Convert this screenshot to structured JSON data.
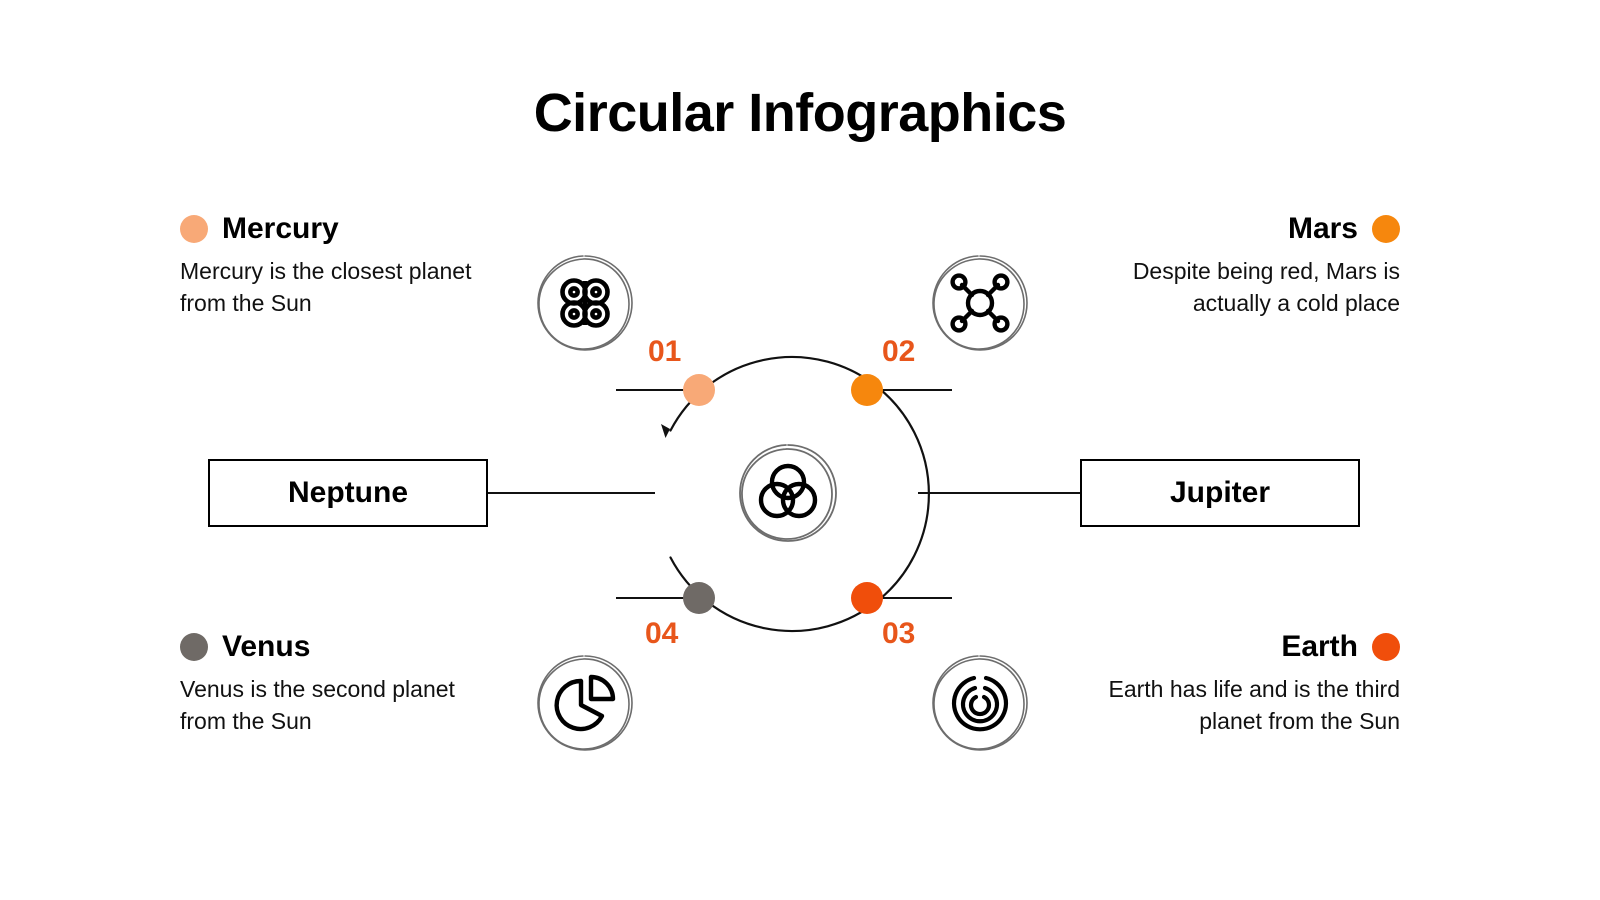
{
  "title": "Circular Infographics",
  "colors": {
    "mercury": "#F8A977",
    "mars": "#F6870D",
    "earth": "#F04E0B",
    "venus": "#6F6A66",
    "number": "#E8561B",
    "line": "#111111",
    "sketch": "#6d6d6d"
  },
  "blocks": {
    "mercury": {
      "label": "Mercury",
      "description": "Mercury is the closest planet from the Sun",
      "dot_color": "#F8A977"
    },
    "mars": {
      "label": "Mars",
      "description": "Despite being red, Mars is actually a cold place",
      "dot_color": "#F6870D"
    },
    "venus": {
      "label": "Venus",
      "description": "Venus is the second planet from the Sun",
      "dot_color": "#6F6A66"
    },
    "earth": {
      "label": "Earth",
      "description": "Earth has life and is the third planet from the Sun",
      "dot_color": "#F04E0B"
    }
  },
  "boxes": {
    "neptune": "Neptune",
    "jupiter": "Jupiter"
  },
  "numbers": {
    "n01": "01",
    "n02": "02",
    "n03": "03",
    "n04": "04"
  },
  "icons": {
    "i01": "four-circles-clover-icon",
    "i02": "network-hub-icon",
    "i03": "spiral-labyrinth-icon",
    "i04": "pie-chart-icon",
    "center": "venn-diagram-icon"
  },
  "chart_data": {
    "type": "diagram",
    "title": "Circular Infographics",
    "layout": "radial cycle with 4 numbered orbit nodes, center hub, two flanking labelled boxes",
    "center": {
      "icon": "venn-diagram-icon"
    },
    "rotation_direction": "counter-clockwise",
    "nodes": [
      {
        "number": "01",
        "label": "Mercury",
        "description": "Mercury is the closest planet from the Sun",
        "color": "#F8A977",
        "icon": "four-circles-clover-icon",
        "position": "top-left",
        "angle_deg": 135
      },
      {
        "number": "02",
        "label": "Mars",
        "description": "Despite being red, Mars is actually a cold place",
        "color": "#F6870D",
        "icon": "network-hub-icon",
        "position": "top-right",
        "angle_deg": 45
      },
      {
        "number": "03",
        "label": "Earth",
        "description": "Earth has life and is the third planet from the Sun",
        "color": "#F04E0B",
        "icon": "spiral-labyrinth-icon",
        "position": "bottom-right",
        "angle_deg": 315
      },
      {
        "number": "04",
        "label": "Venus",
        "description": "Venus is the second planet from the Sun",
        "color": "#6F6A66",
        "icon": "pie-chart-icon",
        "position": "bottom-left",
        "angle_deg": 225
      }
    ],
    "side_boxes": [
      {
        "label": "Neptune",
        "position": "left"
      },
      {
        "label": "Jupiter",
        "position": "right"
      }
    ]
  }
}
